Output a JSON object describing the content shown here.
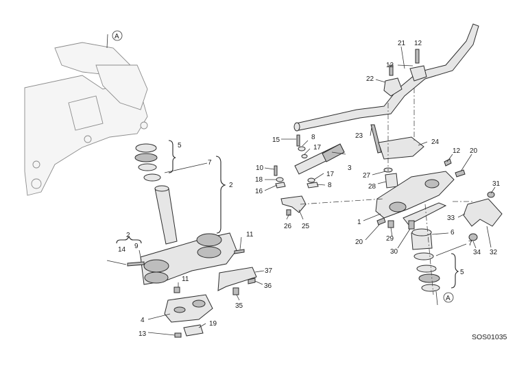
{
  "diagram": {
    "code": "SOS01035",
    "ref_marker": "A",
    "callouts": [
      "1",
      "2",
      "3",
      "4",
      "5",
      "6",
      "7",
      "8",
      "9",
      "10",
      "11",
      "12",
      "13",
      "14",
      "15",
      "16",
      "17",
      "18",
      "19",
      "20",
      "21",
      "22",
      "23",
      "24",
      "25",
      "26",
      "27",
      "28",
      "29",
      "30",
      "31",
      "32",
      "33",
      "34",
      "35",
      "36",
      "37"
    ]
  }
}
